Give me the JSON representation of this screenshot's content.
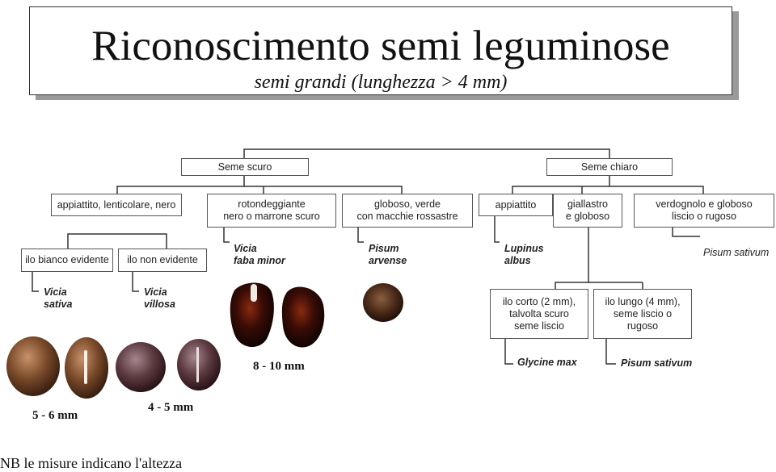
{
  "title": {
    "main": "Riconoscimento semi leguminose",
    "subtitle": "semi grandi (lunghezza > 4 mm)"
  },
  "level1": {
    "dark": "Seme scuro",
    "light": "Seme chiaro"
  },
  "level2": {
    "flat_black": "appiattito, lenticolare, nero",
    "round_dark": [
      "rotondeggiante",
      "nero o marrone scuro"
    ],
    "globose_green": [
      "globoso, verde",
      "con macchie rossastre"
    ],
    "flattened": "appiattito",
    "yellowish": [
      "giallastro",
      "e globoso"
    ],
    "greenish": [
      "verdognolo e globoso",
      "liscio o rugoso"
    ]
  },
  "level3": {
    "white_hilum": "ilo bianco evidente",
    "hidden_hilum": "ilo non evidente",
    "faba": [
      "Vicia",
      "faba minor"
    ],
    "arvense": [
      "Pisum",
      "arvense"
    ],
    "lupinus": [
      "Lupinus",
      "albus"
    ],
    "sativum": "Pisum sativum"
  },
  "level4": {
    "sativa": [
      "Vicia",
      "sativa"
    ],
    "villosa": [
      "Vicia",
      "villosa"
    ],
    "short_hilum": [
      "ilo corto (2 mm),",
      "talvolta scuro",
      "seme liscio"
    ],
    "long_hilum": [
      "ilo lungo (4 mm),",
      "seme liscio o",
      "rugoso"
    ]
  },
  "level5": {
    "glycine": "Glycine max",
    "pisum": "Pisum sativum"
  },
  "measures": {
    "sativa": "5 - 6 mm",
    "villosa": "4 - 5 mm",
    "faba": "8 - 10 mm"
  },
  "note": "NB le misure indicano l'altezza",
  "colors": {
    "line": "#333333",
    "title_shadow": "#9a9a9a",
    "seed_brown": "#7a4a2a",
    "seed_purple": "#5c3a40",
    "seed_black": "#2a0c06"
  }
}
